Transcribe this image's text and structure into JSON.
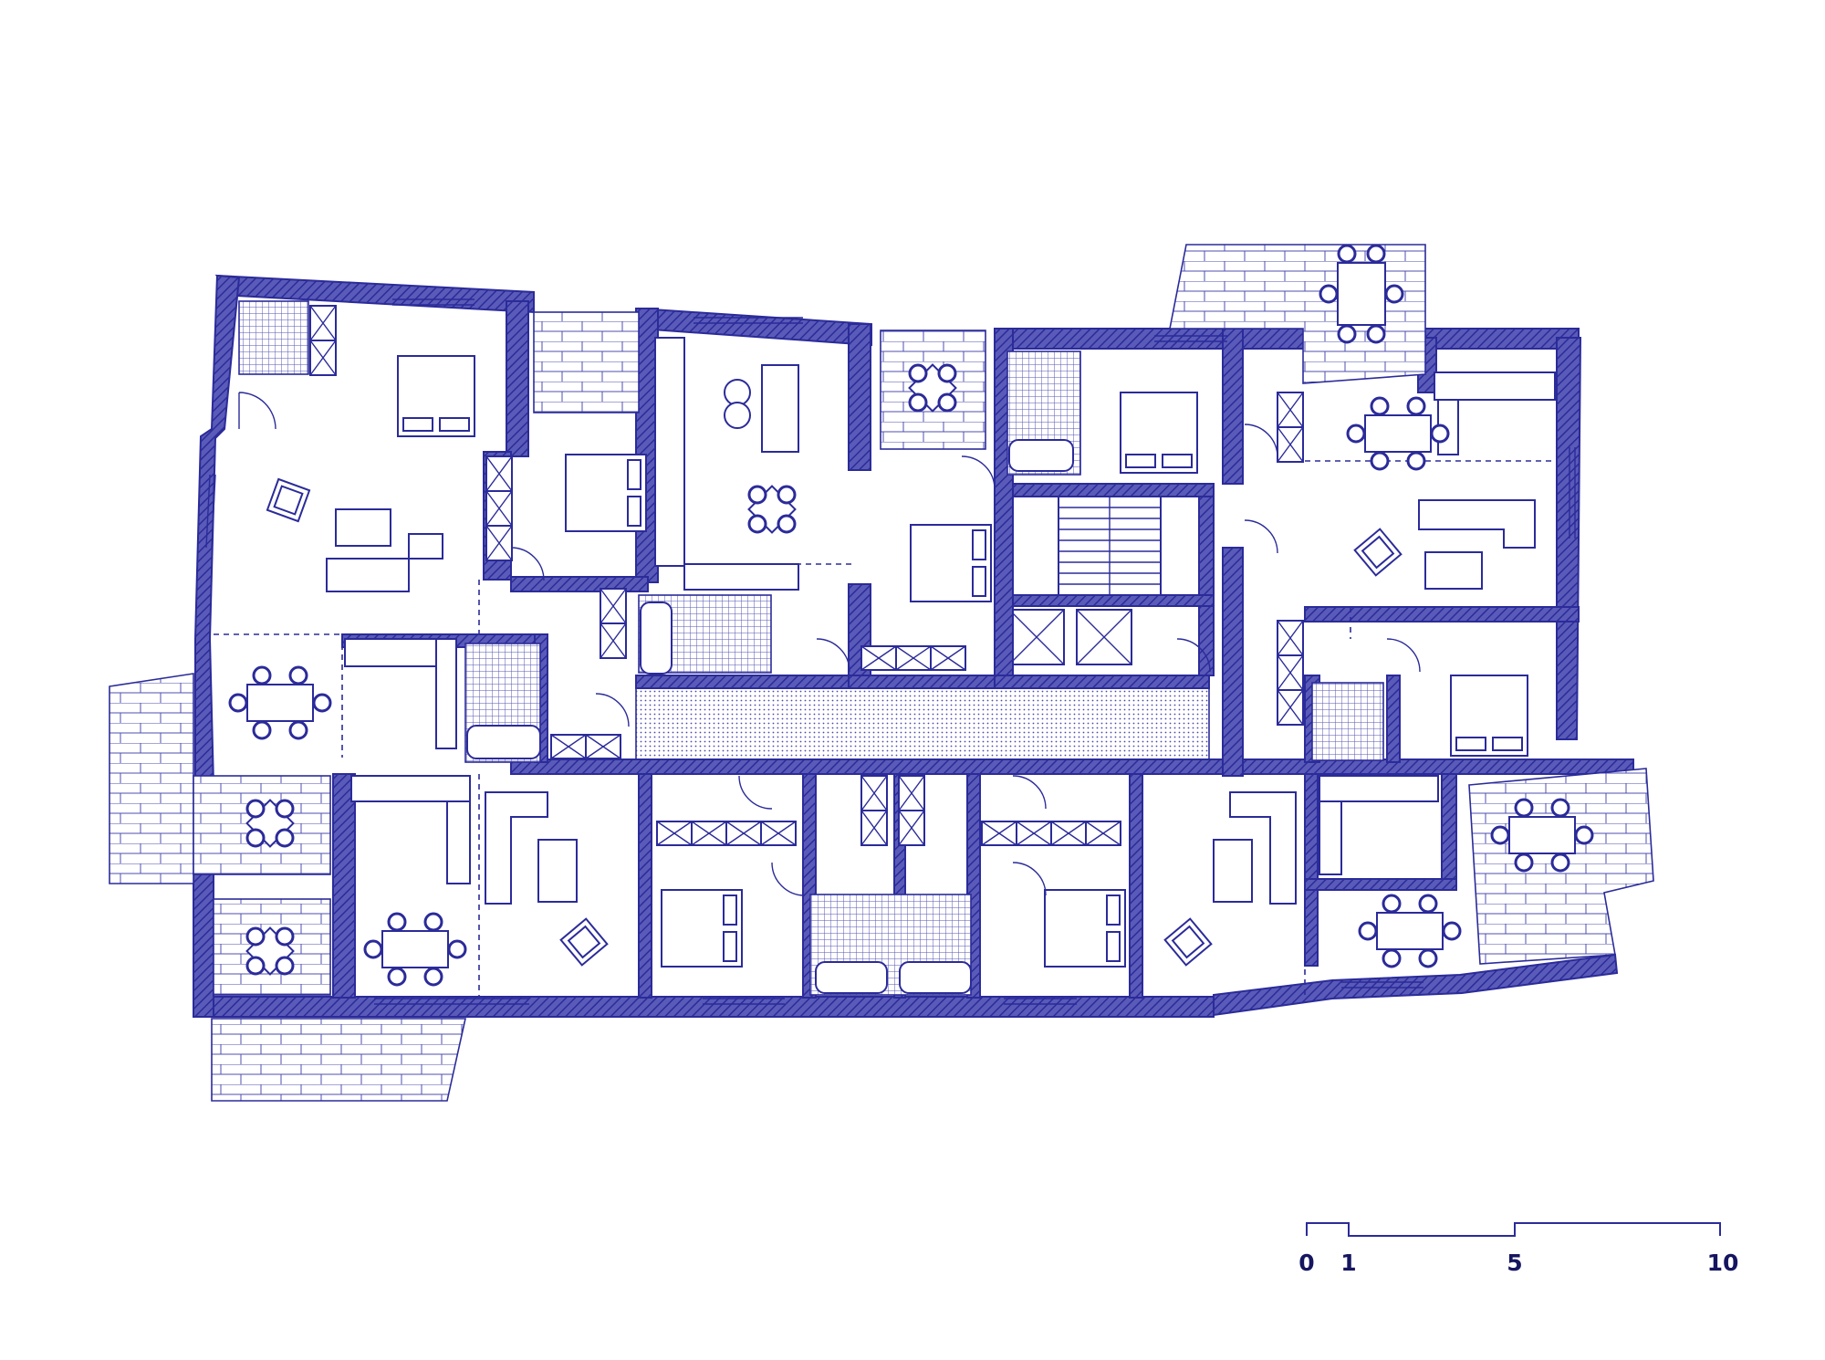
{
  "drawing": {
    "kind": "architectural floor plan",
    "line_color": "#2b2b9a",
    "background": "#ffffff"
  },
  "scale_bar": {
    "labels": [
      "0",
      "1",
      "5",
      "10"
    ]
  }
}
